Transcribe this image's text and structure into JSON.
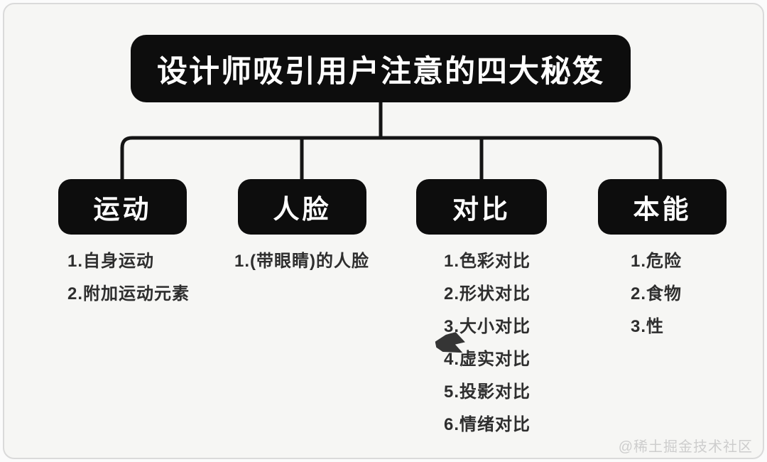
{
  "diagram": {
    "root": {
      "label": "设计师吸引用户注意的四大秘笈"
    },
    "branches": [
      {
        "label": "运动",
        "items": [
          "1.自身运动",
          "2.附加运动元素"
        ]
      },
      {
        "label": "人脸",
        "items": [
          "1.(带眼睛)的人脸"
        ]
      },
      {
        "label": "对比",
        "items": [
          "1.色彩对比",
          "2.形状对比",
          "3.大小对比",
          "4.虚实对比",
          "5.投影对比",
          "6.情绪对比"
        ]
      },
      {
        "label": "本能",
        "items": [
          "1.危险",
          "2.食物",
          "3.性"
        ]
      }
    ]
  },
  "watermark": {
    "label": "@稀土掘金技术社区"
  },
  "colors": {
    "node_bg": "#0d0d0d",
    "node_text": "#ffffff",
    "connector": "#141414",
    "item_text": "#2e2e2e",
    "card_bg": "#f6f6f4",
    "card_border": "#dadada",
    "watermark_text": "#cdcdcd"
  }
}
